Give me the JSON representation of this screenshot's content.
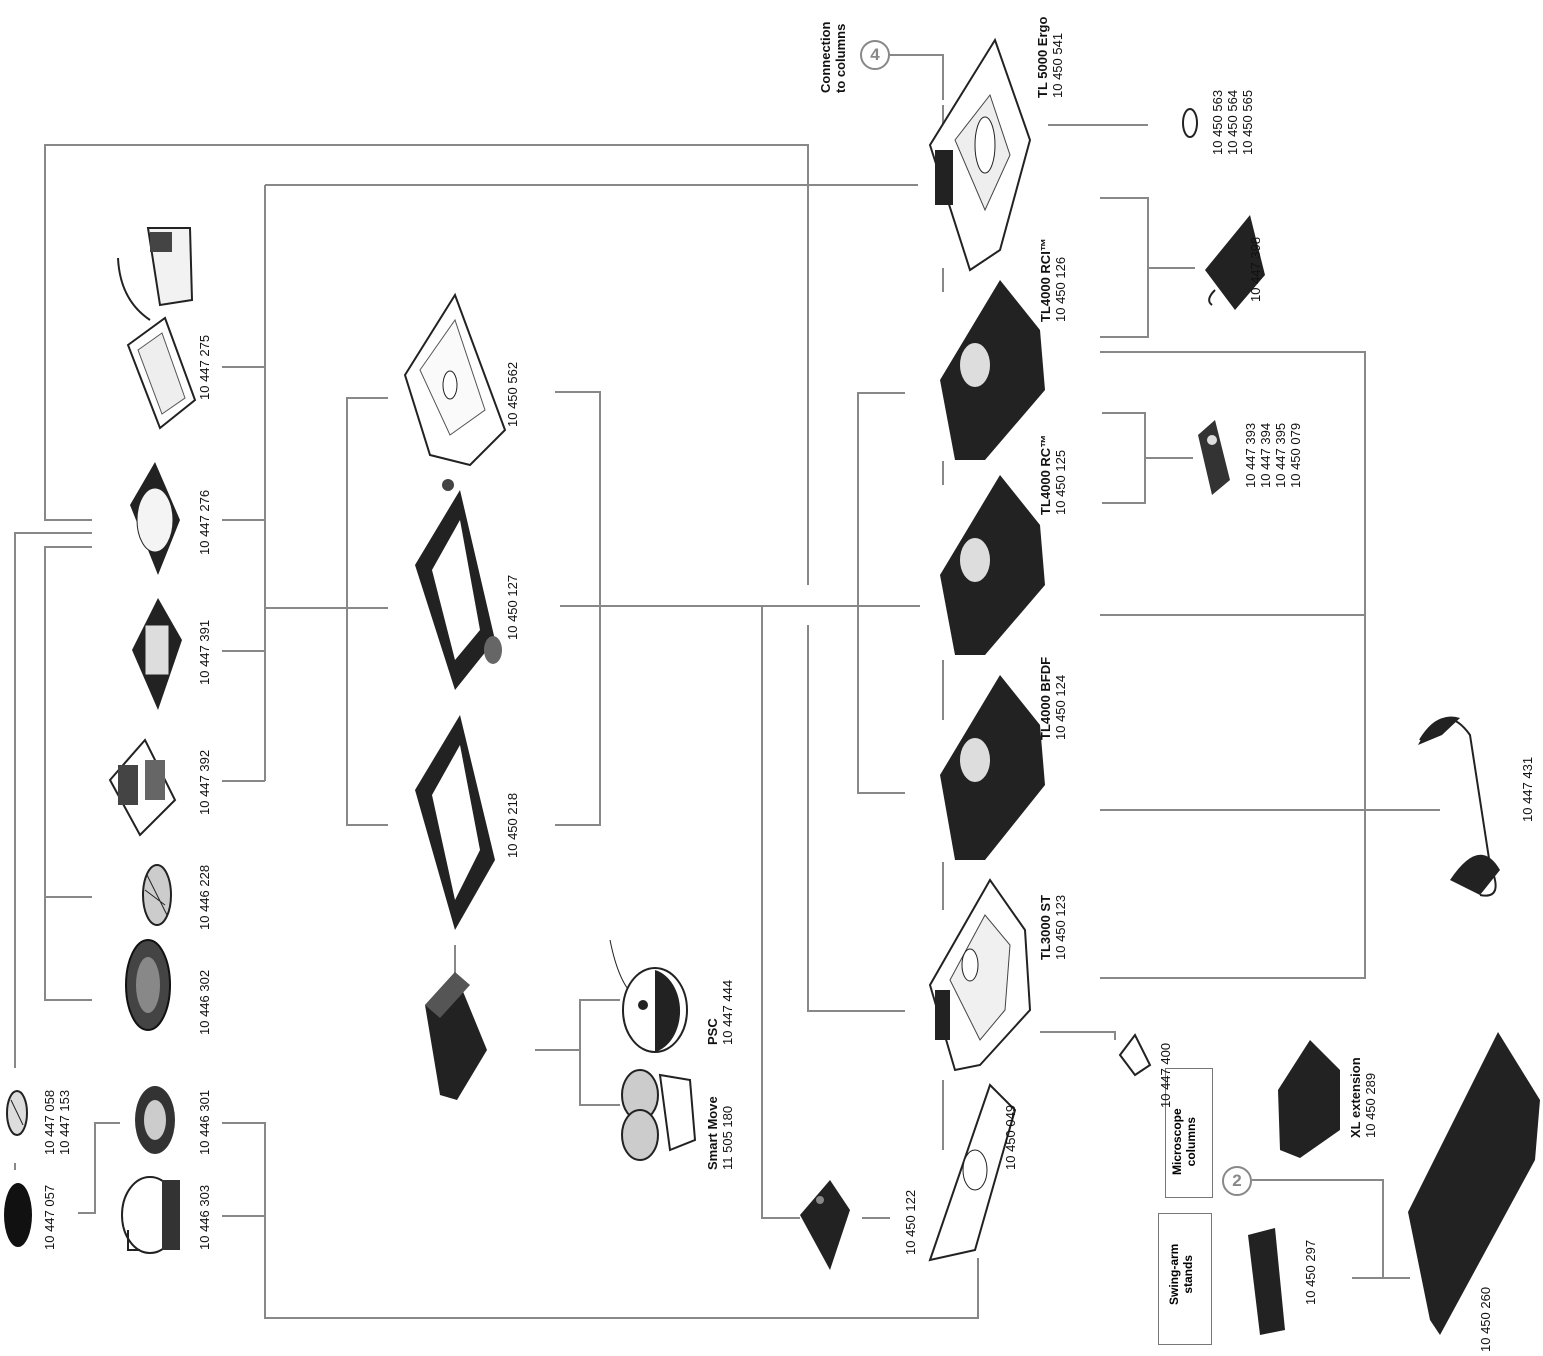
{
  "products": {
    "tl5000": {
      "name": "TL 5000 Ergo",
      "code": "10 450 541"
    },
    "tl4000rci": {
      "name": "TL4000 RCI™",
      "code": "10 450 126"
    },
    "tl4000rc": {
      "name": "TL4000 RC™",
      "code": "10 450 125"
    },
    "tl4000bfdf": {
      "name": "TL4000 BFDF",
      "code": "10 450 124"
    },
    "tl3000": {
      "name": "TL3000 ST",
      "code": "10 450 123"
    },
    "psc": {
      "name": "PSC",
      "code": "10 447 444"
    },
    "smartmove": {
      "name": "Smart Move",
      "code": "11 505 180"
    },
    "xl": {
      "name": "XL extension",
      "code": "10 450 289"
    }
  },
  "codes": {
    "c447275": "10 447 275",
    "c447276": "10 447 276",
    "c447391": "10 447 391",
    "c447392": "10 447 392",
    "c446228": "10 446 228",
    "c446302": "10 446 302",
    "c446301": "10 446 301",
    "c446303": "10 446 303",
    "c447057": "10 447 057",
    "c447058": "10 447 058",
    "c447153": "10 447 153",
    "c450562": "10 450 562",
    "c450127": "10 450 127",
    "c450218": "10 450 218",
    "c450122": "10 450 122",
    "c450049": "10 450 049",
    "c447400": "10 447 400",
    "c450297": "10 450 297",
    "c450260": "10 450 260",
    "c447431": "10 447 431",
    "c447398": "10 447 398",
    "c450563": "10 450 563",
    "c450564": "10 450 564",
    "c450565": "10 450 565",
    "c447393": "10 447 393",
    "c447394": "10 447 394",
    "c447395": "10 447 395",
    "c450079": "10 450 079"
  },
  "callouts": {
    "connection_line1": "Connection",
    "connection_line2": "to columns",
    "connection_num": "4",
    "columns_line1": "Microscope",
    "columns_line2": "columns",
    "columns_num": "2",
    "swing_line1": "Swing-arm",
    "swing_line2": "stands"
  }
}
